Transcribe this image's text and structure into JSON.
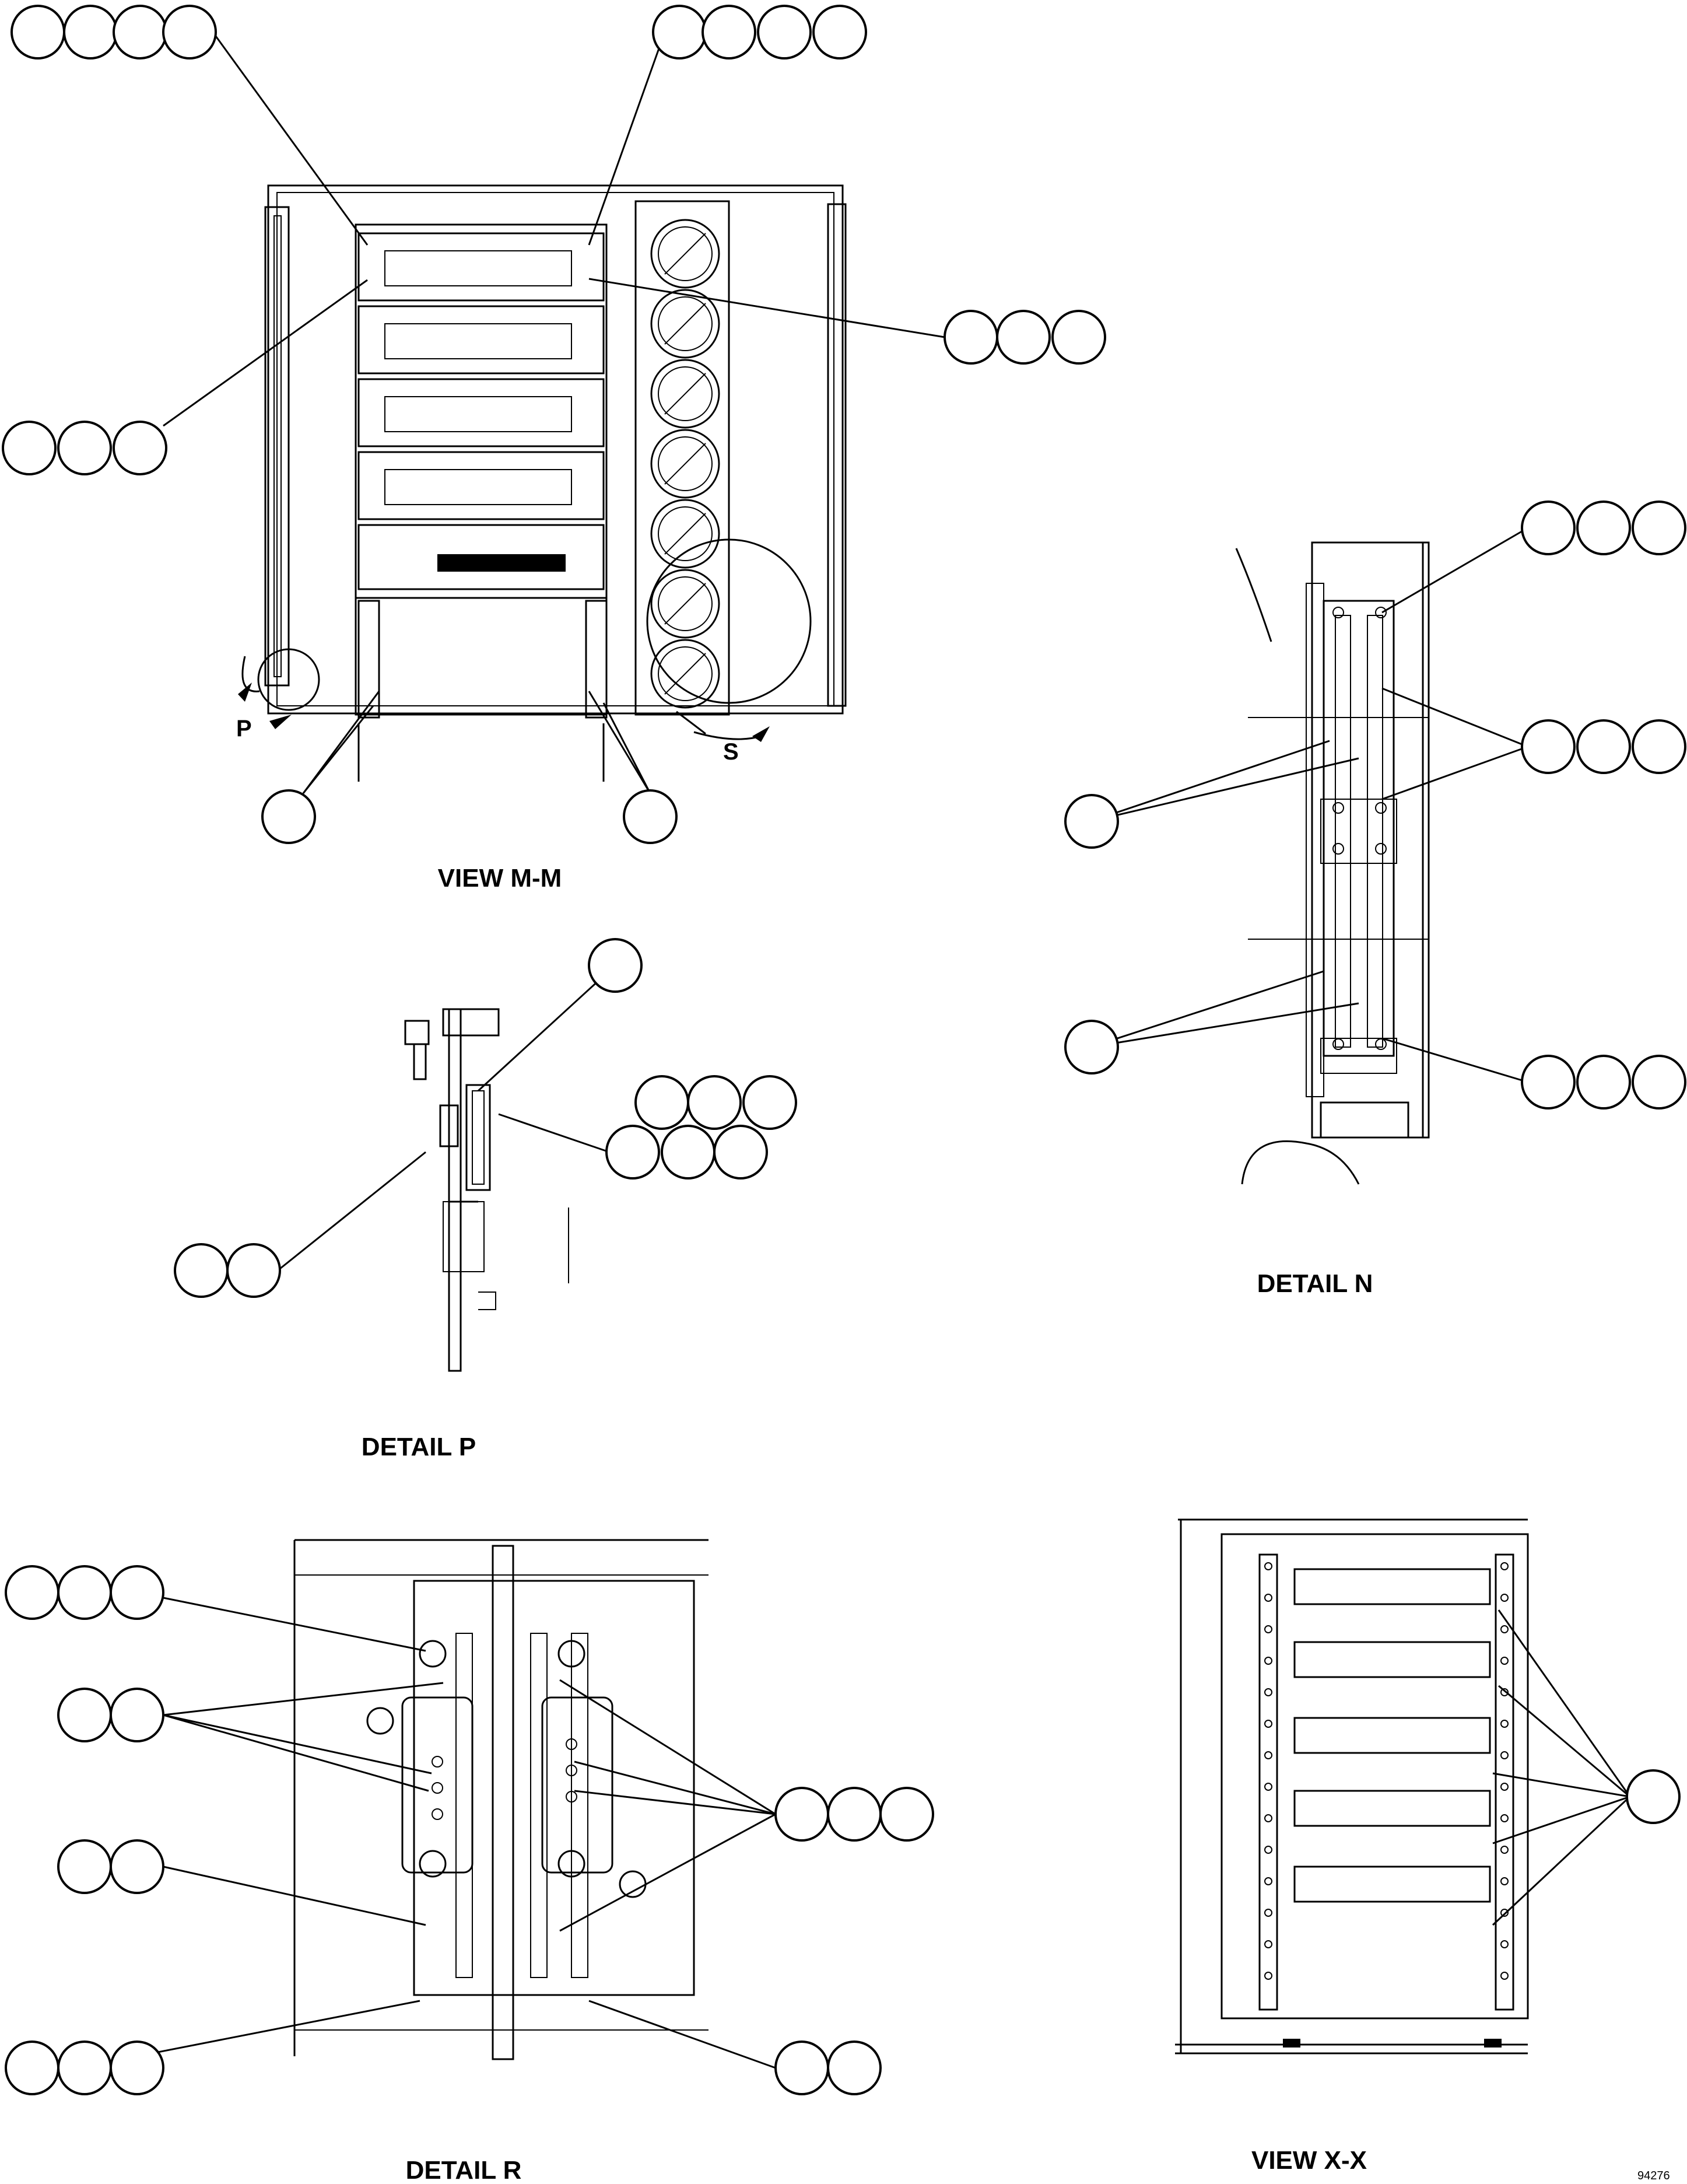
{
  "captions": {
    "view_m": "VIEW M-M",
    "detail_n": "DETAIL N",
    "detail_p": "DETAIL P",
    "detail_r": "DETAIL R",
    "view_x": "VIEW X-X"
  },
  "view_letters": {
    "p": "P",
    "s": "S"
  },
  "figure_number": "94276"
}
